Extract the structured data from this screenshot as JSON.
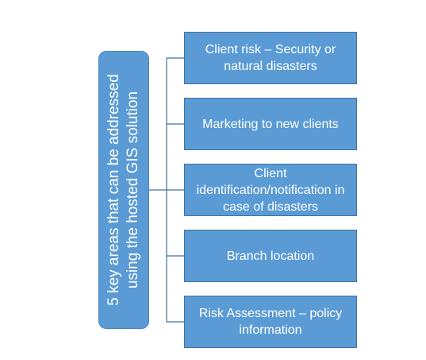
{
  "diagram": {
    "root": {
      "text": "5 key areas that can be addressed using the hosted GIS solution"
    },
    "branches": [
      {
        "text": "Client risk – Security or natural disasters"
      },
      {
        "text": "Marketing to new clients"
      },
      {
        "text": "Client identification/notification in case of disasters"
      },
      {
        "text": "Branch location"
      },
      {
        "text": "Risk Assessment – policy information"
      }
    ]
  },
  "colors": {
    "box_fill": "#5b9bd5",
    "box_border": "#41719c",
    "connector": "#41719c",
    "text": "#ffffff"
  }
}
